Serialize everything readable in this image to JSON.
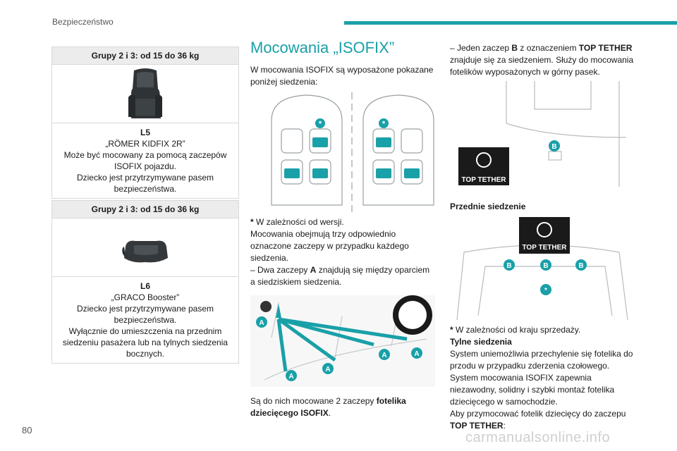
{
  "header": {
    "section": "Bezpieczeństwo"
  },
  "footer": {
    "page_number": "80",
    "watermark": "carmanualsonline.info"
  },
  "colors": {
    "accent": "#19a0a8"
  },
  "seat_box_1": {
    "title": "Grupy 2 i 3: od 15 do 36 kg",
    "code": "L5",
    "name": "„RÖMER KIDFIX 2R”",
    "line1": "Może być mocowany za pomocą zaczepów ISOFIX pojazdu.",
    "line2": "Dziecko jest przytrzymywane pasem bezpieczeństwa."
  },
  "seat_box_2": {
    "title": "Grupy 2 i 3: od 15 do 36 kg",
    "code": "L6",
    "name": "„GRACO Booster”",
    "line1": "Dziecko jest przytrzymywane pasem bezpieczeństwa.",
    "line2": "Wyłącznie do umieszczenia na przednim siedzeniu pasażera lub na tylnych siedzenia bocznych."
  },
  "isofix": {
    "title": "Mocowania „ISOFIX”",
    "intro": "W mocowania ISOFIX są wyposażone pokazane poniżej siedzenia:",
    "note_star": "*",
    "note": " W zależności od wersji.",
    "para1": "Mocowania obejmują trzy odpowiednio oznaczone zaczepy w przypadku każdego siedzenia.",
    "bullet_a_pre": "–  Dwa zaczepy ",
    "bullet_a_letter": "A",
    "bullet_a_post": " znajdują się między oparciem a siedziskiem siedzenia.",
    "attach_pre": "Są do nich mocowane 2 zaczepy ",
    "attach_bold": "fotelika dziecięcego ISOFIX",
    "attach_post": ".",
    "diagram_labels": {
      "star": "*",
      "a": "A"
    }
  },
  "top_tether": {
    "bullet_b_pre": "–  Jeden zaczep ",
    "bullet_b_letter": "B",
    "bullet_b_mid": " z oznaczeniem ",
    "bullet_b_bold": "TOP TETHER",
    "bullet_b_post": " znajduje się za siedzeniem. Służy do mocowania fotelików wyposażonych w górny pasek.",
    "badge_text": "TOP TETHER",
    "label_b": "B",
    "front_seat_heading": "Przednie siedzenie",
    "note_star": "*",
    "note": " W zależności od kraju sprzedaży.",
    "rear_heading": "Tylne siedzenia",
    "rear_text": "System uniemożliwia przechylenie się fotelika do przodu w przypadku zderzenia czołowego.",
    "system_text": "System mocowania ISOFIX zapewnia niezawodny, solidny i szybki montaż fotelika dziecięcego w samochodzie.",
    "attach_pre": "Aby przymocować fotelik dziecięcy do zaczepu ",
    "attach_bold": "TOP TETHER",
    "attach_post": ":"
  }
}
